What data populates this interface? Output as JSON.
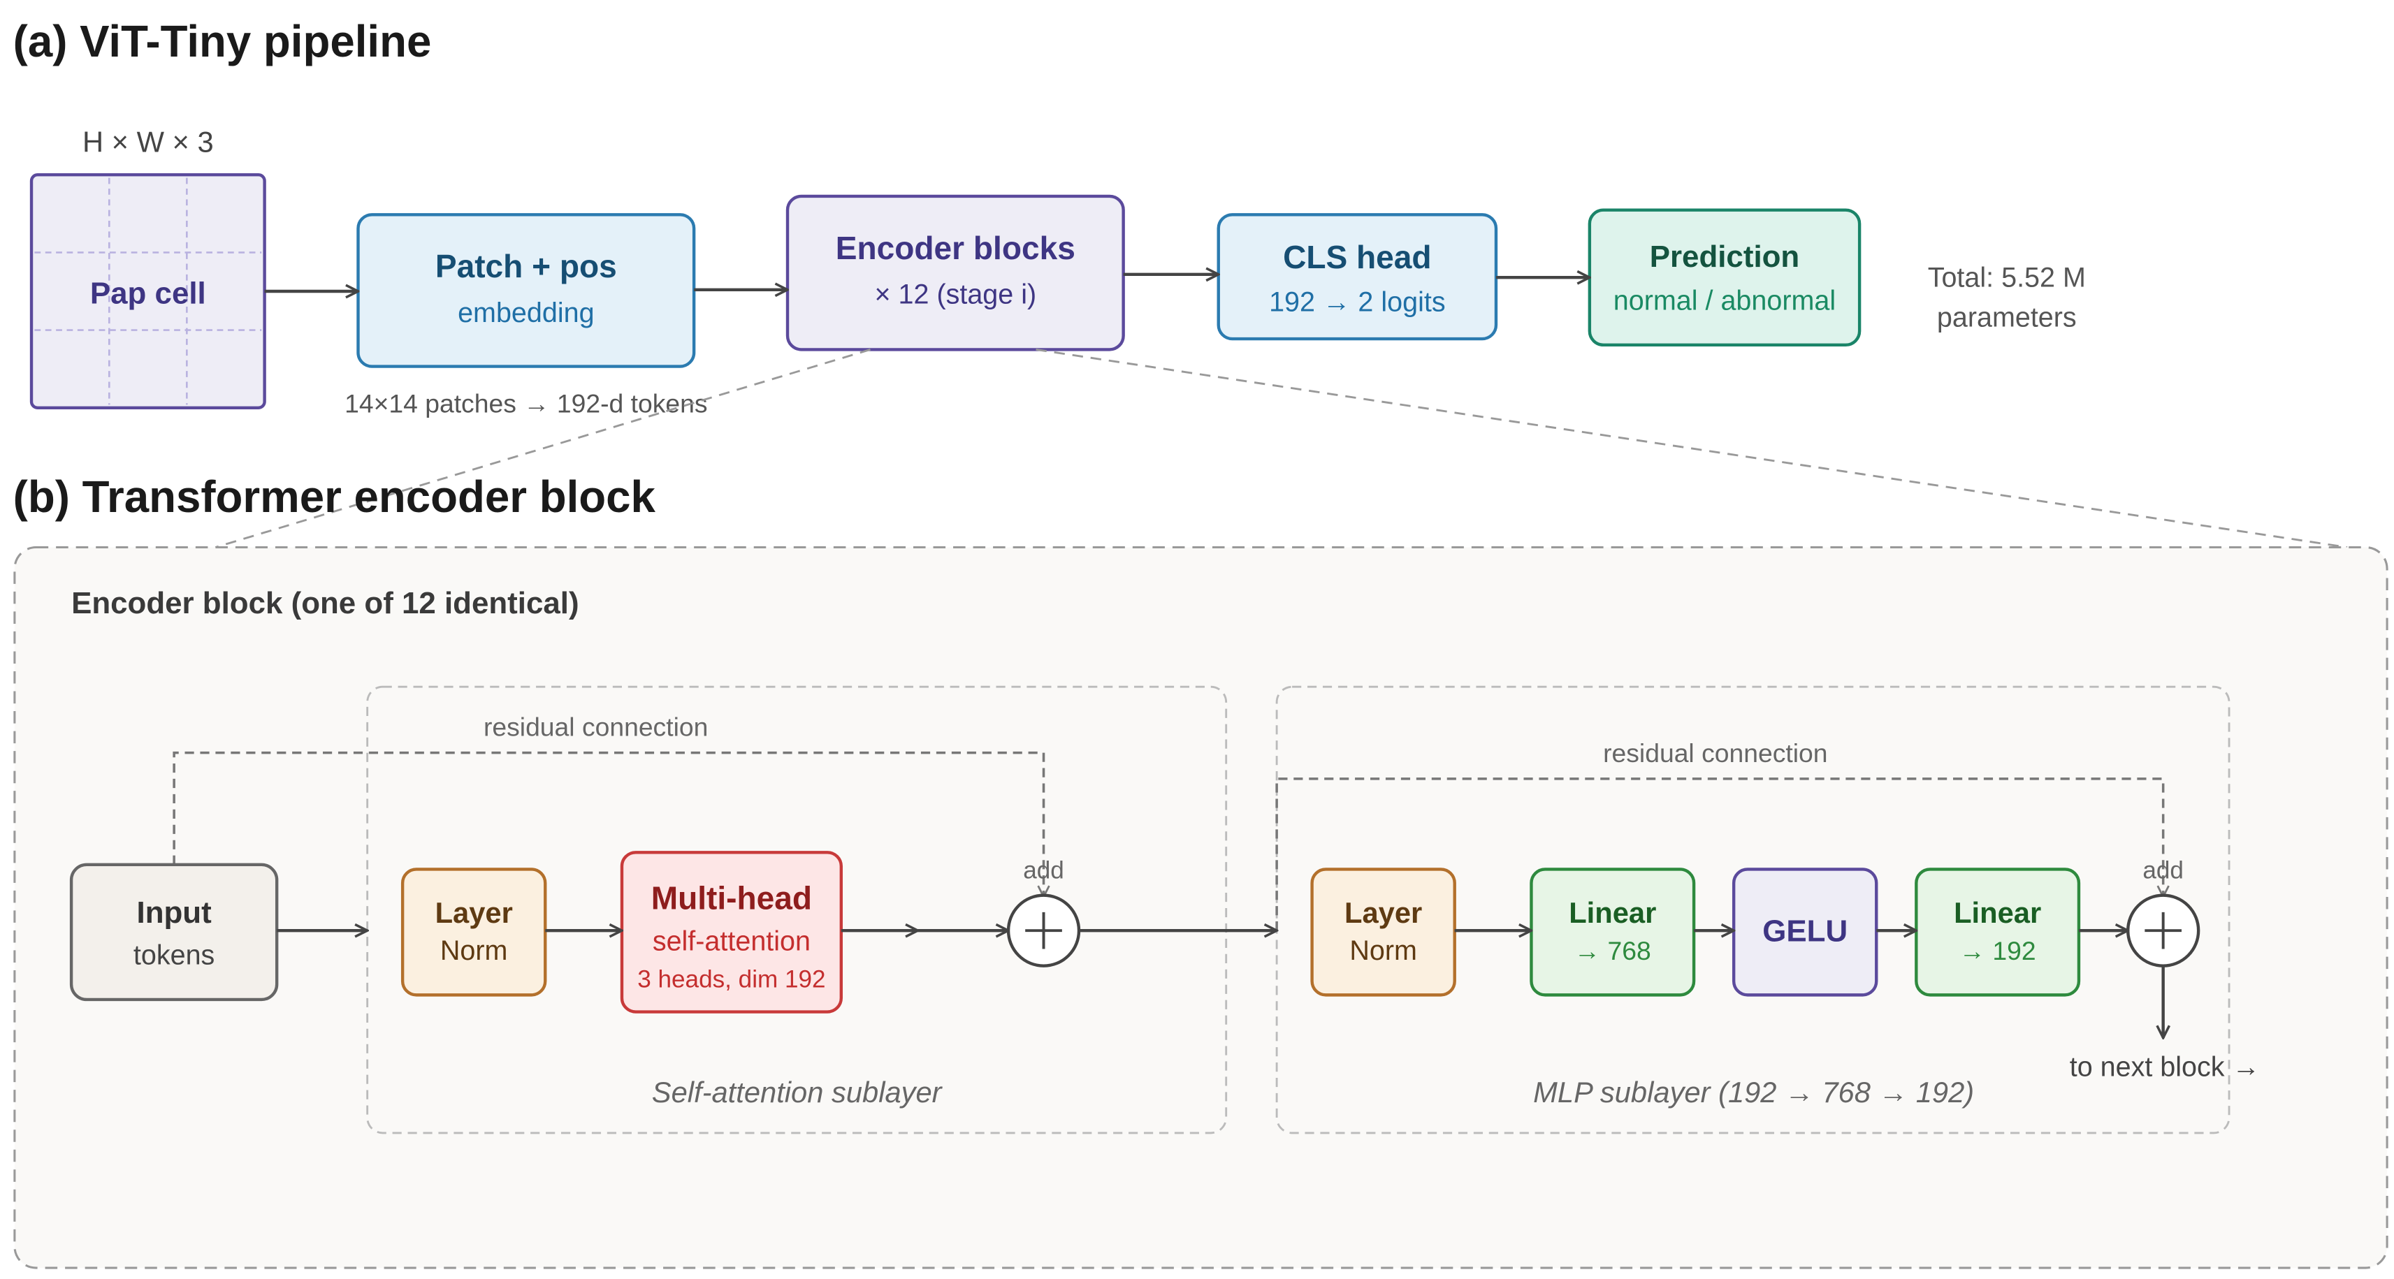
{
  "colors": {
    "purple_stroke": "#5b4a9c",
    "purple_fill": "#eeedf6",
    "purple_text": "#3e3583",
    "blue_stroke": "#2b7bb0",
    "blue_fill": "#e4f1f9",
    "blue_text": "#164e73",
    "blue_sub": "#1f6fa6",
    "teal_stroke": "#1a8468",
    "teal_fill": "#def3ec",
    "teal_text": "#14533f",
    "teal_sub": "#1a8a63",
    "orange_stroke": "#b3702b",
    "orange_fill": "#fbf0e0",
    "orange_text": "#5e3a12",
    "red_stroke": "#c83a3a",
    "red_fill": "#fde6e6",
    "red_text": "#8e1d1d",
    "red_sub": "#c42e2e",
    "green_stroke": "#2e8a3e",
    "green_fill": "#e7f5e6",
    "green_text": "#1a5e24",
    "green_sub": "#2e8a3e",
    "gray_stroke": "#666666",
    "gray_fill": "#f3f0eb",
    "dashed": "#999999",
    "arrow": "#444444"
  },
  "panel_a": {
    "title": "(a) ViT-Tiny pipeline",
    "input_dims": "H × W × 3",
    "pap_cell": "Pap cell",
    "patch": {
      "title": "Patch + pos",
      "sub": "embedding"
    },
    "patch_note": "14×14 patches → 192-d tokens",
    "encoder": {
      "title": "Encoder blocks",
      "sub": "× 12 (stage i)"
    },
    "cls": {
      "title": "CLS head",
      "sub": "192 → 2 logits"
    },
    "prediction": {
      "title": "Prediction",
      "sub": "normal / abnormal"
    },
    "total": {
      "line1": "Total: 5.52 M",
      "line2": "parameters"
    }
  },
  "panel_b": {
    "title": "(b) Transformer encoder block",
    "block_label": "Encoder block (one of 12 identical)",
    "input": {
      "title": "Input",
      "sub": "tokens"
    },
    "layer_norm_1": {
      "title": "Layer",
      "sub": "Norm"
    },
    "mha": {
      "title": "Multi-head",
      "sub": "self-attention",
      "detail": "3 heads, dim 192"
    },
    "residual_1": "residual connection",
    "add_1": "add",
    "sublayer_1": "Self-attention sublayer",
    "layer_norm_2": {
      "title": "Layer",
      "sub": "Norm"
    },
    "linear_1": {
      "title": "Linear",
      "sub": "→ 768"
    },
    "gelu": "GELU",
    "linear_2": {
      "title": "Linear",
      "sub": "→ 192"
    },
    "residual_2": "residual connection",
    "add_2": "add",
    "sublayer_2": "MLP sublayer (192 → 768 → 192)",
    "next_block": "to next block →"
  }
}
